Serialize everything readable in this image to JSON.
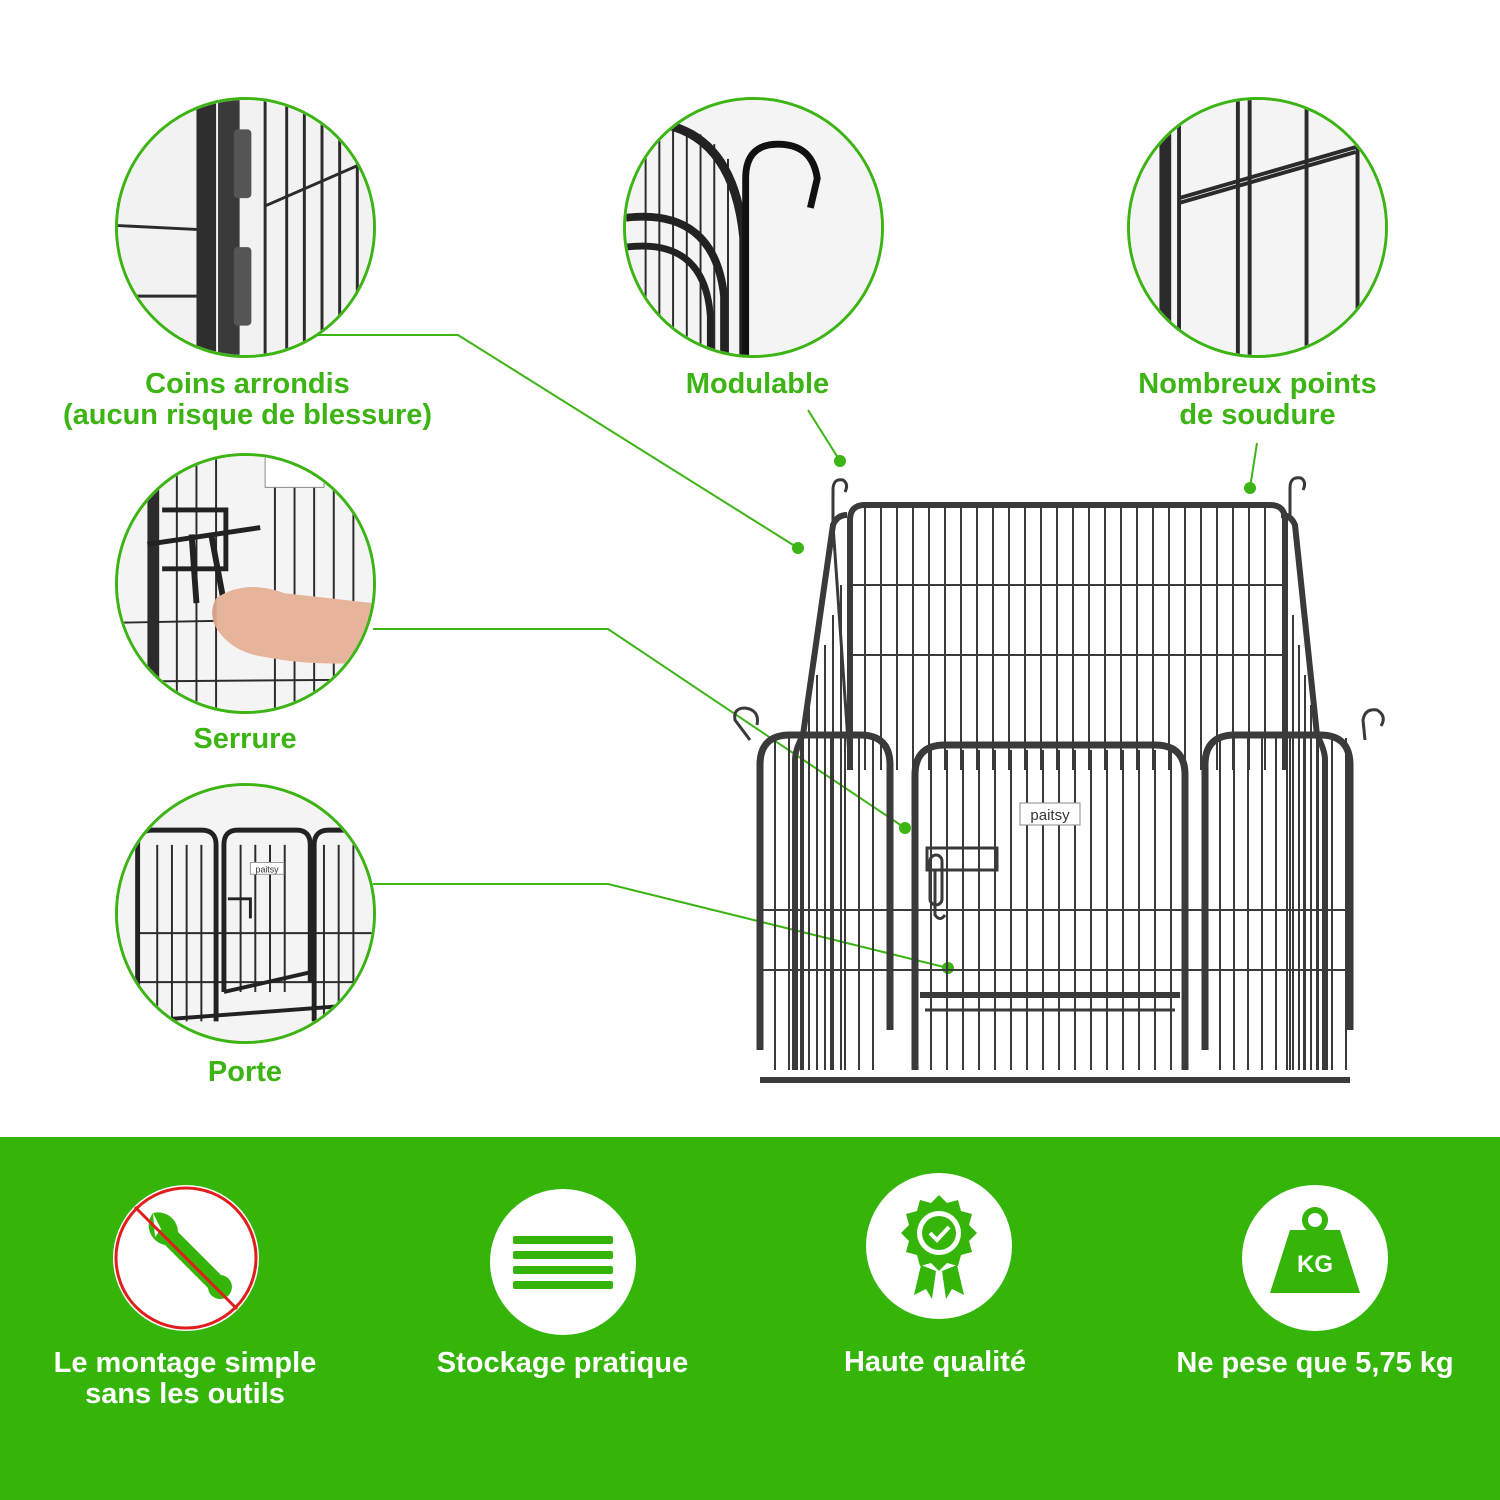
{
  "colors": {
    "accent": "#3cb414",
    "band": "#35b50a",
    "metal": "#2b2b2b",
    "forbidden": "#e01e1e"
  },
  "features": [
    {
      "id": "corners",
      "icon": "rounded-corner-hinge-photo",
      "lines": [
        "Coins arrondis",
        "(aucun risque de blessure)"
      ]
    },
    {
      "id": "modular",
      "icon": "hook-photo",
      "lines": [
        "Modulable"
      ]
    },
    {
      "id": "welds",
      "icon": "weld-points-photo",
      "lines": [
        "Nombreux points",
        "de soudure"
      ]
    },
    {
      "id": "lock",
      "icon": "lock-latch-photo",
      "lines": [
        "Serrure"
      ]
    },
    {
      "id": "door",
      "icon": "door-panel-photo",
      "lines": [
        "Porte"
      ]
    }
  ],
  "product": {
    "brand": "paitsy"
  },
  "benefits": [
    {
      "id": "tool-free",
      "icon": "wrench-crossed-icon",
      "lines": [
        "Le montage simple",
        "sans les outils"
      ]
    },
    {
      "id": "storage",
      "icon": "stacked-panels-icon",
      "lines": [
        "Stockage pratique"
      ]
    },
    {
      "id": "quality",
      "icon": "quality-badge-icon",
      "lines": [
        "Haute qualité"
      ]
    },
    {
      "id": "weight",
      "icon": "kg-weight-icon",
      "lines": [
        "Ne pese que 5,75 kg"
      ],
      "weight_badge": "KG"
    }
  ]
}
